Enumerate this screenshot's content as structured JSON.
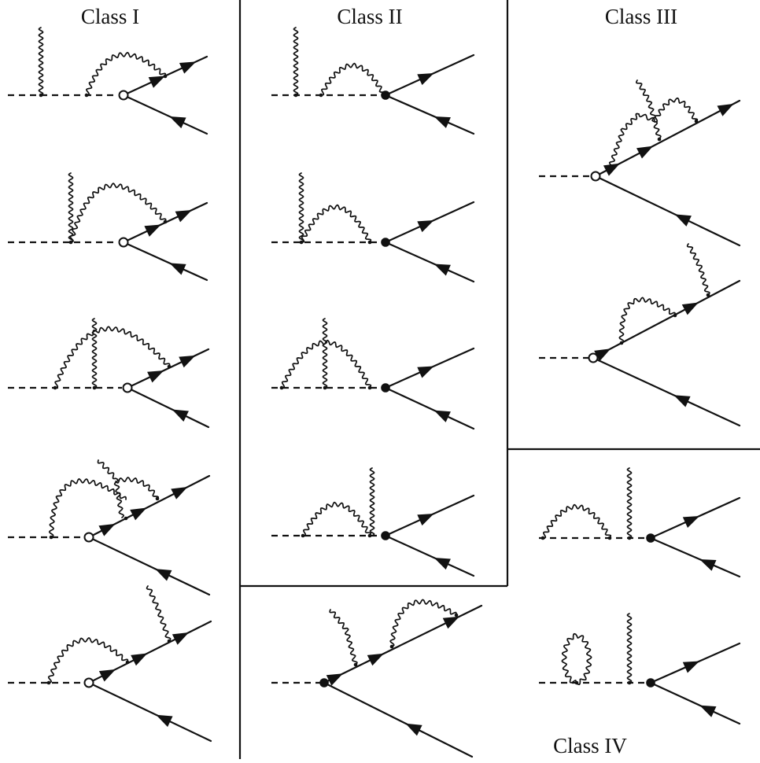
{
  "panels": {
    "class_1": {
      "label": "Class I"
    },
    "class_2": {
      "label": "Class II"
    },
    "class_3": {
      "label": "Class III"
    },
    "class_4": {
      "label": "Class IV"
    }
  }
}
